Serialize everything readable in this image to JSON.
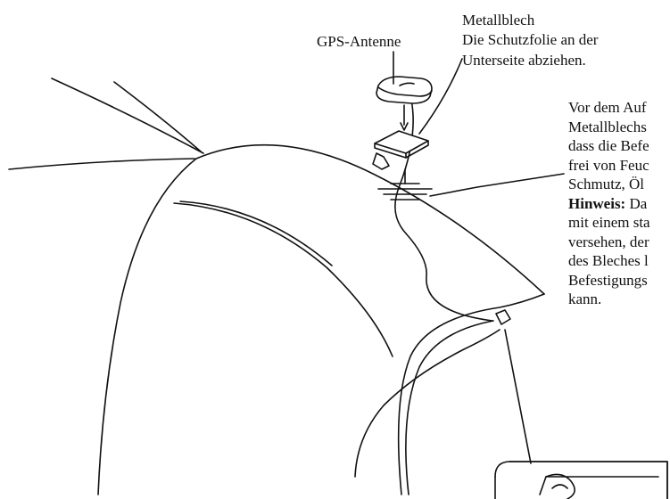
{
  "labels": {
    "gps_antenna": "GPS-Antenne",
    "sheet_title": "Metallblech",
    "sheet_line1": "Die Schutzfolie an der",
    "sheet_line2": "Unterseite abziehen.",
    "note_line1": "Vor dem Auf",
    "note_line2": "Metallblechs",
    "note_line3": "dass die Befe",
    "note_line4": "frei von Feuc",
    "note_line5": "Schmutz, Öl",
    "note_hint_bold": "Hinweis:",
    "note_hint_rest": " Da",
    "note_line7": "mit einem sta",
    "note_line8": "versehen, der",
    "note_line9": "des Bleches l",
    "note_line10": "Befestigungs",
    "note_line11": "kann."
  },
  "colors": {
    "ink": "#111111",
    "background": "#ffffff"
  }
}
